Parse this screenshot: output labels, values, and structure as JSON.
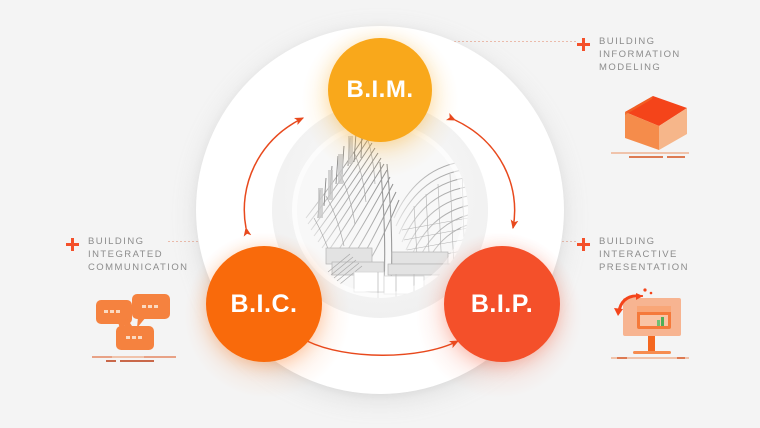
{
  "background_color": "#f4f4f4",
  "diagram": {
    "title_nodes": [
      {
        "id": "bim",
        "label": "B.I.M.",
        "color": "#f9a81b"
      },
      {
        "id": "bic",
        "label": "B.I.C.",
        "color": "#f96a0b"
      },
      {
        "id": "bip",
        "label": "B.I.P.",
        "color": "#f4502a"
      }
    ],
    "center": {
      "alt": "architectural wireframe sketch render of a curved roof building"
    },
    "arrow_color": "#e8491d",
    "arrows": [
      {
        "from": "bic",
        "to": "bim",
        "double_headed": true
      },
      {
        "from": "bip",
        "to": "bim",
        "double_headed": true
      },
      {
        "from": "bic",
        "to": "bip",
        "double_headed": true
      }
    ]
  },
  "labels": [
    {
      "id": "bim",
      "text": "BUILDING\nINFORMATION\nMODELING",
      "icon": "house-icon",
      "plus_color": "#f4502a"
    },
    {
      "id": "bip",
      "text": "BUILDING\nINTERACTIVE\nPRESENTATION",
      "icon": "presentation-screen-icon",
      "plus_color": "#f4502a"
    },
    {
      "id": "bic",
      "text": "BUILDING\nINTEGRATED\nCOMMUNICATION",
      "icon": "speech-bubbles-icon",
      "plus_color": "#f4502a"
    }
  ]
}
